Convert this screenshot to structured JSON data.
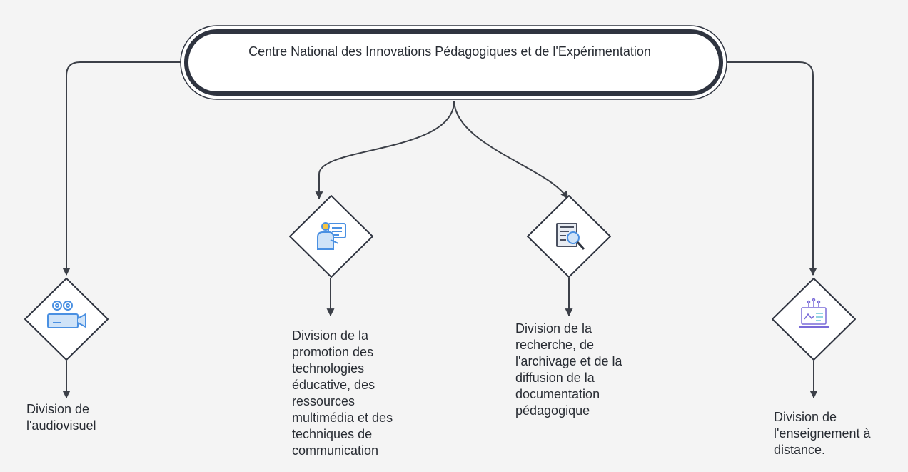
{
  "root": {
    "title": "Centre National des Innovations Pédagogiques et de l'Expérimentation"
  },
  "divisions": [
    {
      "label": "Division de l'audiovisuel",
      "icon": "video-camera-icon"
    },
    {
      "label": "Division de la promotion des technologies éducative, des ressources multimédia et des techniques de communication",
      "icon": "presenter-board-icon"
    },
    {
      "label": "Division de la recherche, de l'archivage et de la diffusion de la documentation pédagogique",
      "icon": "document-search-icon"
    },
    {
      "label": "Division de l'enseignement à distance.",
      "icon": "laptop-analytics-icon"
    }
  ],
  "colors": {
    "background": "#f4f4f4",
    "line": "#3c4048",
    "icon_blue": "#4a90e2",
    "icon_light": "#cfe3f8",
    "icon_yellow": "#f5c542",
    "icon_accent": "#7a6bd8"
  }
}
